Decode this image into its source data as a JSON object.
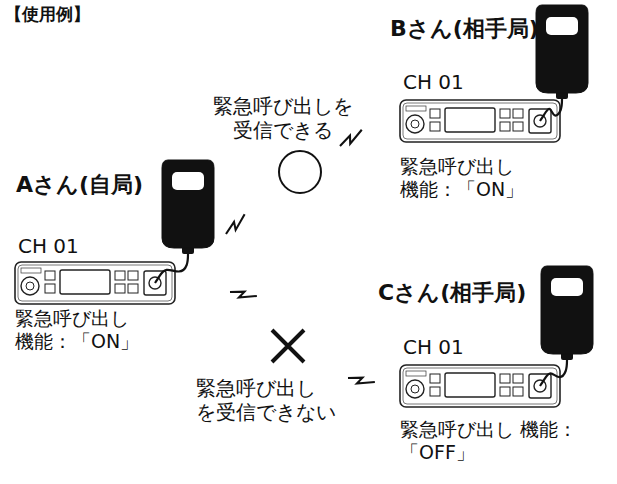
{
  "diagram": {
    "title": "【使用例】",
    "labels": [
      "Bさん(相手局)",
      "CH 01",
      "緊急呼び出しを 受信できる",
      "緊急呼び出し 機能：「ON」",
      "Aさん(自局)",
      "CH 01",
      "緊急呼び出し 機能：「ON」",
      "Cさん(相手局)",
      "CH 01",
      "緊急呼び出し を受信できない",
      "緊急呼び出し 機能：「OFF」"
    ]
  }
}
